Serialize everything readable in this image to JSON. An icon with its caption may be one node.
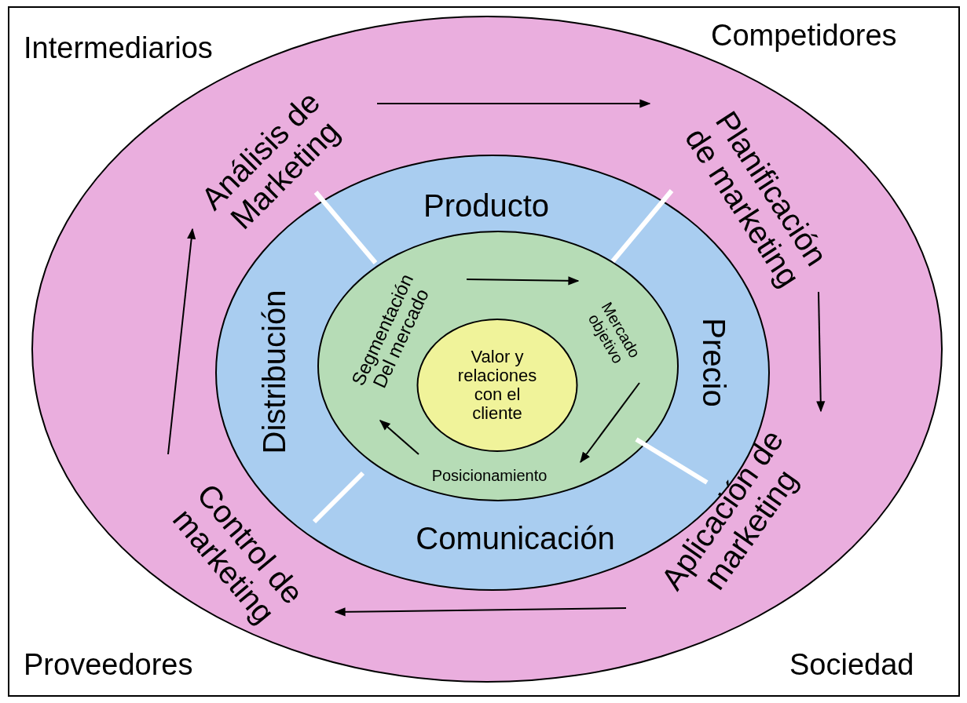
{
  "diagram": {
    "nodes": [
      {
        "text": [],
        "shape": "circle"
      },
      {
        "text": [
          "Análisis de Marketing"
        ],
        "in": 0
      },
      {
        "text": [
          "Planificación de marketing"
        ],
        "in": 0
      },
      {
        "text": [
          "Aplicación de marketing"
        ],
        "in": 0
      },
      {
        "text": [
          "Control de marketing"
        ],
        "in": 0
      },
      {
        "text": [
          "Producto",
          "Precio",
          "Comunicación",
          "Distribución"
        ],
        "in": 0
      },
      {
        "text": [],
        "shape": "circle",
        "in": 5
      },
      {
        "text": [
          "Segmentación Del mercado"
        ],
        "in": 6
      },
      {
        "text": [
          "Mercado objetivo"
        ],
        "in": 6
      },
      {
        "text": [
          "Posicionamiento"
        ],
        "in": 6
      },
      {
        "text": [
          "Valor y relaciones con el cliente"
        ],
        "in": 6
      }
    ],
    "edges": [
      {
        "from": 1,
        "to": 2,
        "arrow": "to"
      },
      {
        "from": 2,
        "to": 3,
        "arrow": "to"
      },
      {
        "from": 3,
        "to": 4,
        "arrow": "to"
      },
      {
        "from": 4,
        "to": 1,
        "arrow": "to"
      },
      {
        "from": 7,
        "to": 8,
        "arrow": "to"
      },
      {
        "from": 8,
        "to": 9,
        "arrow": "to"
      },
      {
        "from": 9,
        "to": 7,
        "arrow": "to"
      }
    ],
    "labels": [
      "Intermediarios",
      "Competidores",
      "Proveedores",
      "Sociedad"
    ]
  }
}
